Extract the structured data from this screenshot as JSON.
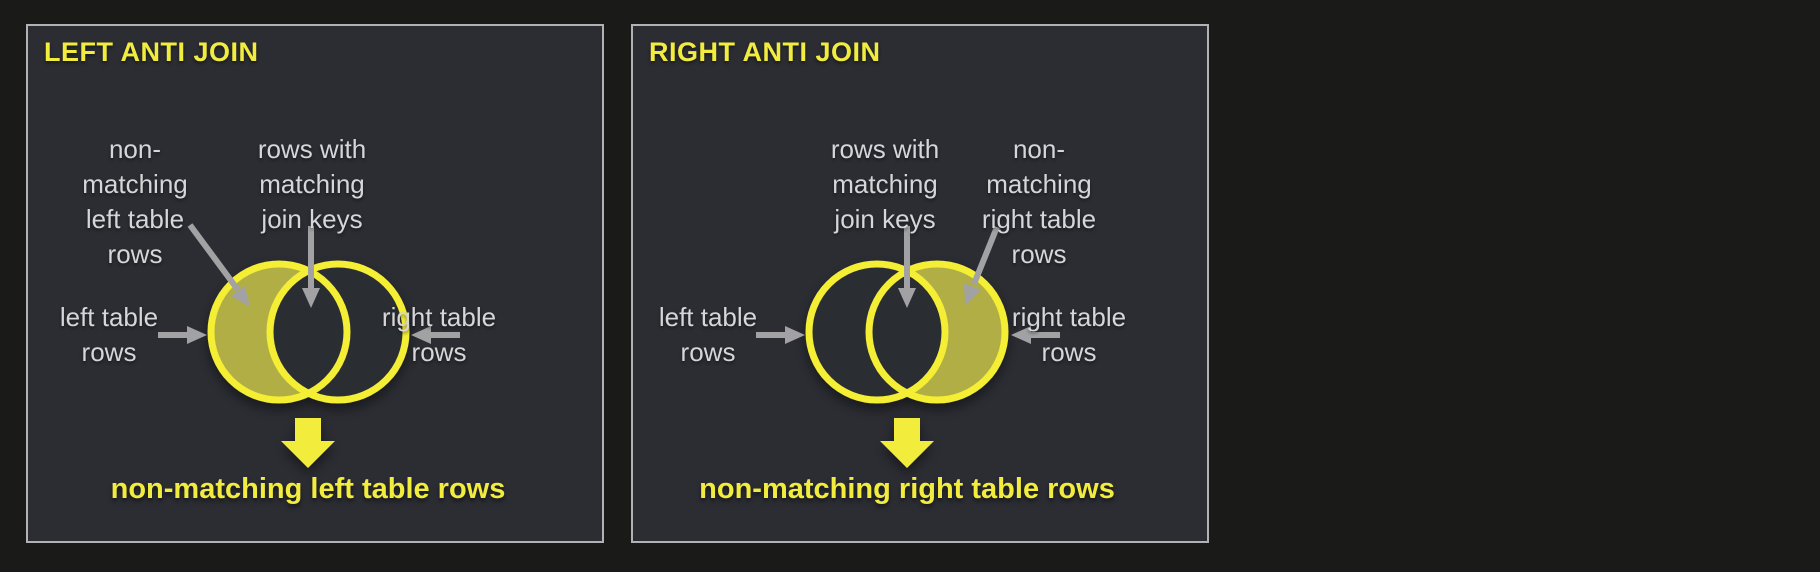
{
  "left_panel": {
    "title": "LEFT ANTI JOIN",
    "labels": {
      "non_matching": "non-\nmatching\nleft table\nrows",
      "matching": "rows with\nmatching\njoin keys",
      "left_table": "left table\nrows",
      "right_table": "right table\nrows"
    },
    "result": "non-matching left table rows",
    "shaded_region": "left-crescent"
  },
  "right_panel": {
    "title": "RIGHT ANTI JOIN",
    "labels": {
      "matching": "rows with\nmatching\njoin keys",
      "non_matching": "non-\nmatching\nright table\nrows",
      "left_table": "left table\nrows",
      "right_table": "right table\nrows"
    },
    "result": "non-matching right table rows",
    "shaded_region": "right-crescent"
  },
  "colors": {
    "accent_yellow": "#f2ec3e",
    "circle_stroke": "#f4ee35",
    "shaded_fill": "#b1ae44",
    "label_gray": "#d6d5d7",
    "arrow_gray": "#a2a2a4",
    "panel_bg": "#2b2d33",
    "panel_border": "#b2b1b4",
    "page_bg": "#1a1a18"
  }
}
